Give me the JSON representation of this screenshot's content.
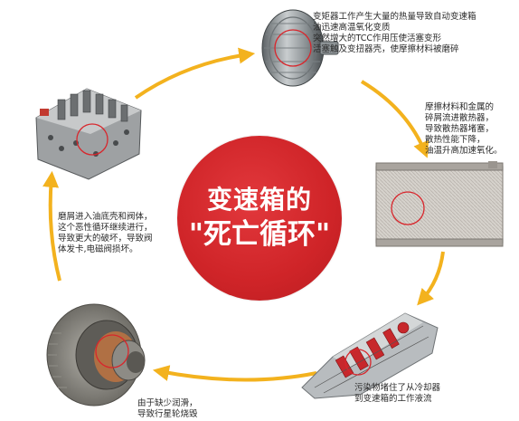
{
  "title": {
    "line1": "变速箱的",
    "line2": "\"死亡循环\""
  },
  "notes": {
    "torque_converter": "变矩器工作产生大量的热量导致自动变速箱\n油迅速高温氧化变质\n突然增大的TCC作用压使活塞变形\n活塞触及变扭器壳，使摩擦材料被磨碎",
    "radiator": "摩擦材料和金属的\n碎屑流进散热器，\n导致散热器堵塞，\n散热性能下降，\n油温升高加速氧化。",
    "cooler": "污染物堵住了从冷却器\n到变速箱的工作液流",
    "planetary": "由于缺少润滑，\n导致行星轮烧毁",
    "valve_body": "磨屑进入油底壳和阀体，\n这个恶性循环继续进行，\n导致更大的破坏，导致阀\n体发卡,电磁阀损坏。"
  },
  "colors": {
    "arrow": "#f3b21e",
    "center": "#cf2428",
    "highlight": "#d8262c"
  },
  "icons": [
    "torque-converter-icon",
    "radiator-icon",
    "transmission-cutaway-icon",
    "planetary-gear-icon",
    "valve-body-icon"
  ]
}
